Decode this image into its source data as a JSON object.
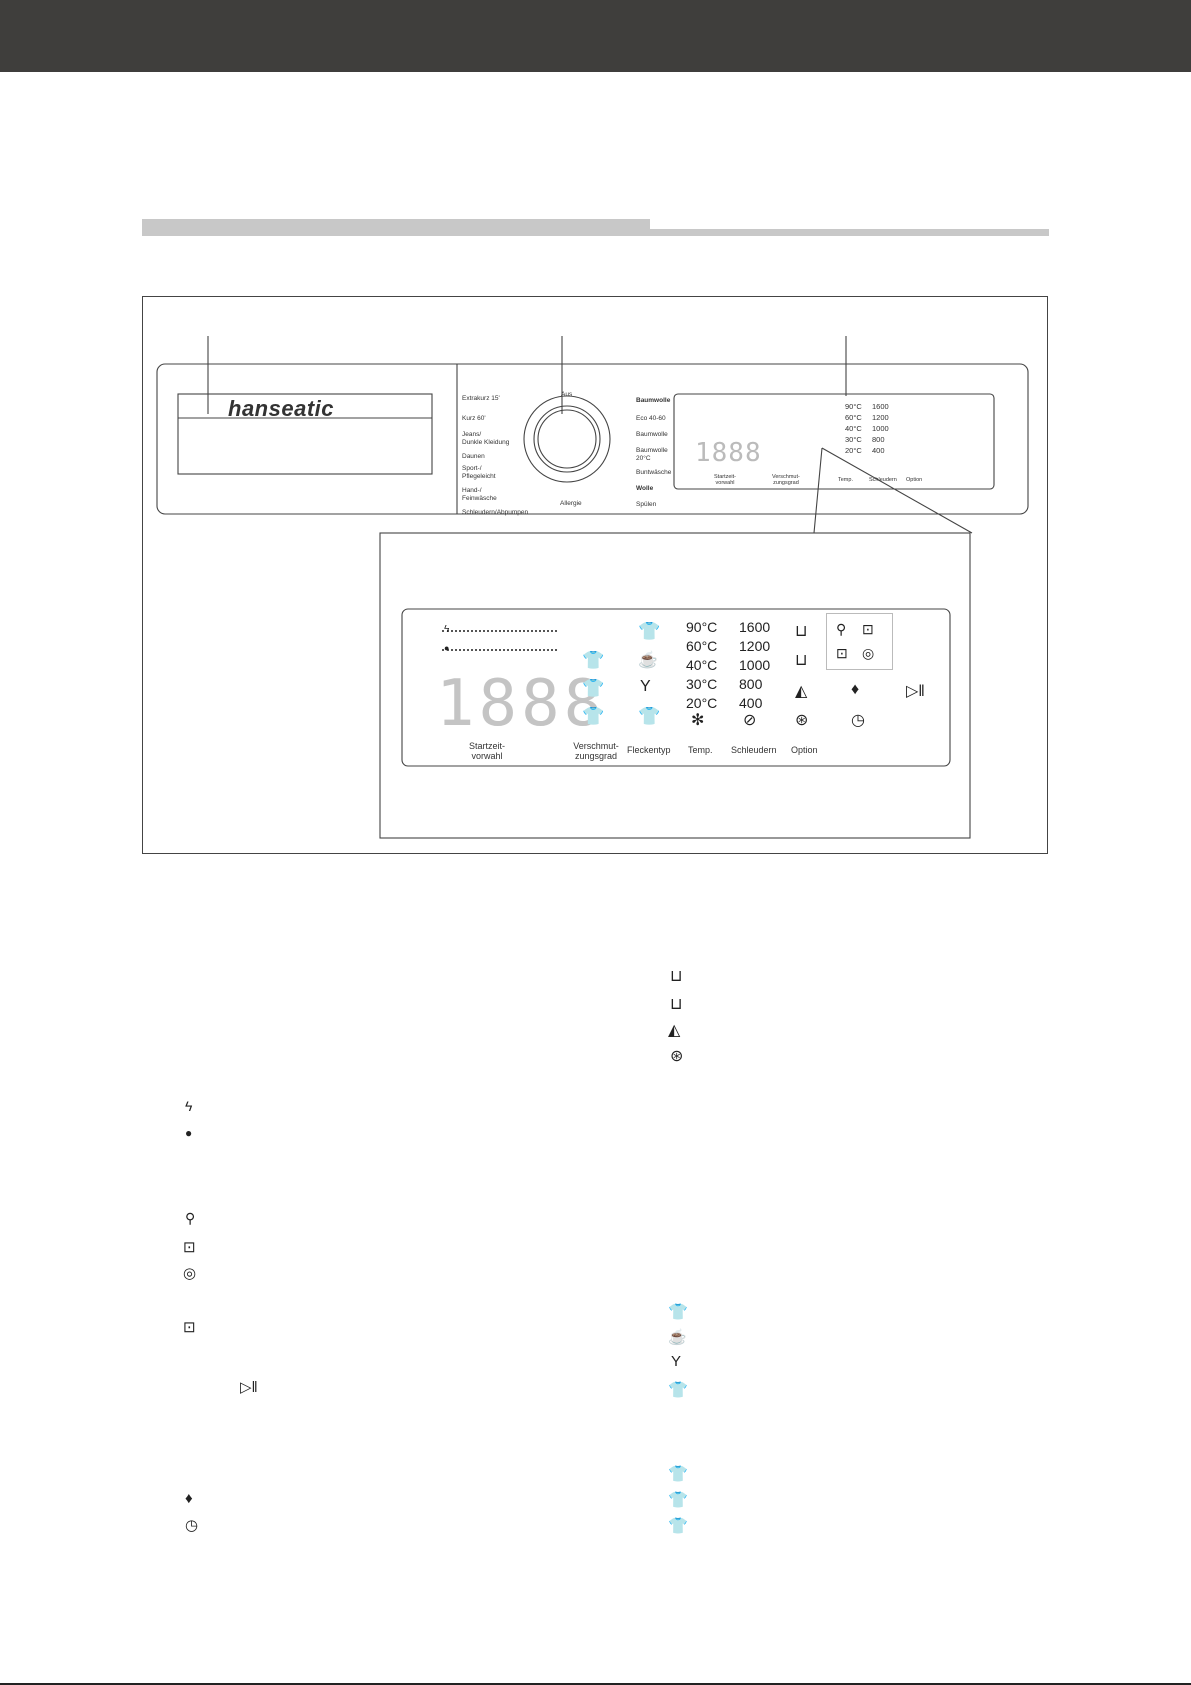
{
  "panel": {
    "brand": "hanseatic",
    "programs_left": [
      "Extrakurz 15'",
      "Kurz 60'",
      "Jeans/\nDunkle Kleidung",
      "Daunen",
      "Sport-/\nPflegeleicht",
      "Hand-/\nFeinwäsche",
      "Schleudern/Abpumpen"
    ],
    "programs_right": [
      "Baumwolle",
      "Eco 40-60",
      "Baumwolle",
      "Baumwolle\n20°C",
      "Buntwäsche",
      "Wolle",
      "Spülen"
    ],
    "program_off": "Aus",
    "program_bottom": "Allergie"
  },
  "display": {
    "digits": "1888",
    "temps": [
      "90°C",
      "60°C",
      "40°C",
      "30°C",
      "20°C"
    ],
    "spins": [
      "1600",
      "1200",
      "1000",
      "800",
      "400"
    ],
    "buttons": [
      "Startzeit-\nvorwahl",
      "Verschmut-\nzungsgrad",
      "Fleckentyp",
      "Temp.",
      "Schleudern",
      "Option"
    ],
    "buttons_small": [
      "Startzeit-\nvorwahl",
      "Verschmut-\nzungsgrad",
      "Temp.",
      "Schleudern",
      "Option"
    ]
  },
  "colors": {
    "topbar": "#3f3e3c",
    "rule": "#c8c8c8",
    "line": "#444444"
  },
  "legend_icons_left": [
    "lightning-icon",
    "drop-icon",
    "tap-icon",
    "lock-icon",
    "wash-icon",
    "pre-wash-icon",
    "start-pause-icon",
    "eco-icon",
    "speed-icon"
  ],
  "legend_icons_right": [
    "prewash-tub-icon",
    "extra-rinse-icon",
    "iron-icon",
    "anti-allergy-icon",
    "shirt-icon",
    "cup-icon",
    "stain-icon",
    "shirt-sweat-icon",
    "shirt-light-icon",
    "shirt-medium-icon",
    "shirt-heavy-icon"
  ]
}
